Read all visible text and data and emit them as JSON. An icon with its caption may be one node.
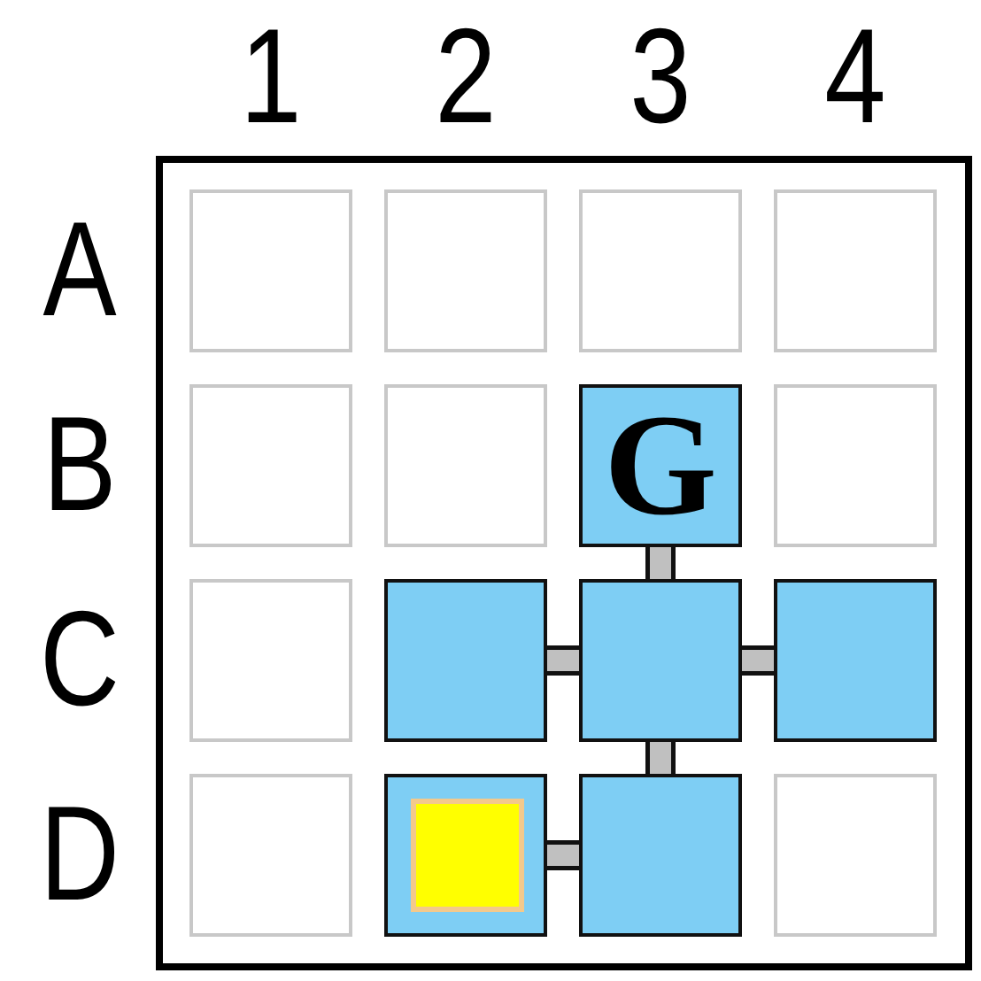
{
  "diagram": {
    "nodes": [
      {
        "text": [],
        "shape": "box"
      },
      {
        "text": [],
        "shape": "box"
      },
      {
        "text": [],
        "shape": "box"
      },
      {
        "text": [],
        "shape": "box"
      },
      {
        "text": [],
        "shape": "box"
      },
      {
        "text": [],
        "shape": "box"
      },
      {
        "text": [
          "G"
        ]
      },
      {
        "text": [],
        "shape": "box"
      },
      {
        "text": [],
        "shape": "box"
      },
      {
        "text": [],
        "shape": "box"
      },
      {
        "text": [],
        "shape": "box"
      },
      {
        "text": [],
        "shape": "box"
      },
      {
        "text": [],
        "shape": "box"
      },
      {
        "text": [],
        "shape": "box"
      },
      {
        "text": [],
        "shape": "box",
        "in": 13
      },
      {
        "text": [],
        "shape": "box"
      },
      {
        "text": [],
        "shape": "box"
      }
    ],
    "edges": [
      {
        "from": 6,
        "to": 10,
        "arrow": "none"
      },
      {
        "from": 9,
        "to": 10,
        "arrow": "none"
      },
      {
        "from": 10,
        "to": 11,
        "arrow": "none"
      },
      {
        "from": 10,
        "to": 15,
        "arrow": "none"
      },
      {
        "from": 13,
        "to": 15,
        "arrow": "none"
      }
    ],
    "labels": [
      "1",
      "2",
      "3",
      "4",
      "A",
      "B",
      "C",
      "D"
    ]
  }
}
